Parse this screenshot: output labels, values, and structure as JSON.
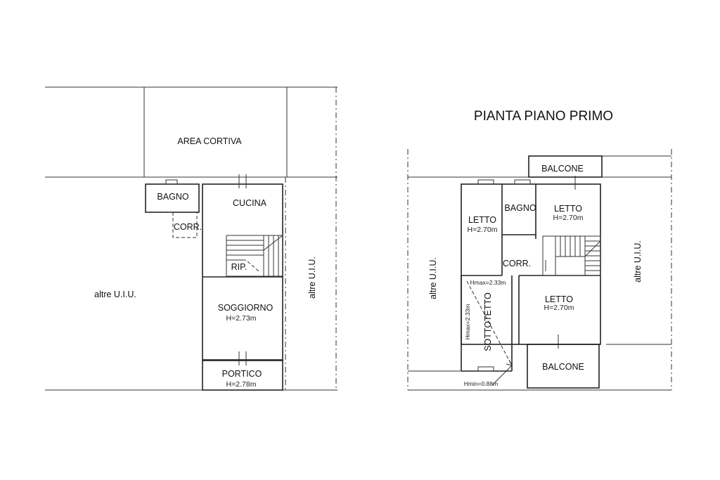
{
  "title": "PIANTA PIANO PRIMO",
  "ground_floor": {
    "area_cortiva": "AREA CORTIVA",
    "bagno": "BAGNO",
    "cucina": "CUCINA",
    "corr": "CORR.",
    "rip": "RIP.",
    "soggiorno": "SOGGIORNO",
    "soggiorno_h": "H=2.73m",
    "portico": "PORTICO",
    "portico_h": "H=2.78m",
    "altre_left": "altre U.I.U.",
    "altre_right": "altre U.I.U."
  },
  "first_floor": {
    "balcone_top": "BALCONE",
    "letto_left": "LETTO",
    "letto_left_h": "H=2.70m",
    "bagno": "BAGNO",
    "letto_right": "LETTO",
    "letto_right_h": "H=2.70m",
    "corr": "CORR.",
    "hmax_h": "Hmax=2.33m",
    "hmax_v": "Hmax=2.33m",
    "sottotetto": "SOTTOTETTO",
    "letto_bottom": "LETTO",
    "letto_bottom_h": "H=2.70m",
    "balcone_bottom": "BALCONE",
    "hmin": "Hmin=0.88m",
    "altre_left": "altre U.I.U.",
    "altre_right": "altre U.I.U."
  }
}
